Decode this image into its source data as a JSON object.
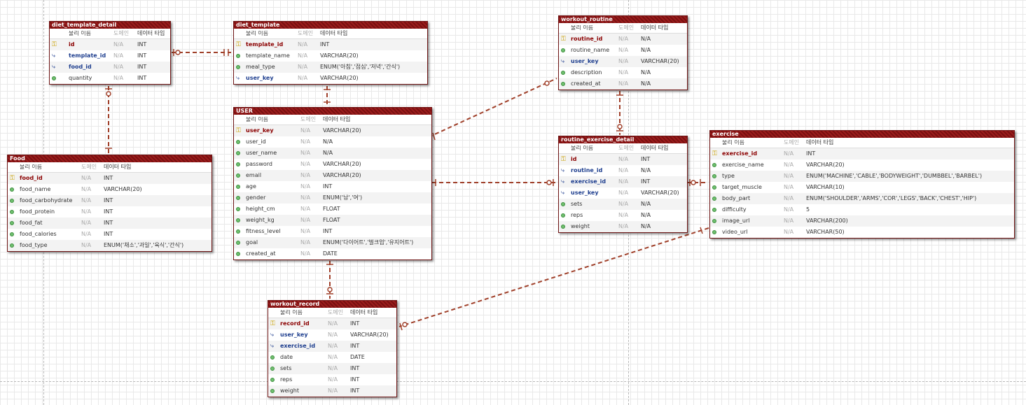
{
  "header_labels": {
    "name": "물리 이름",
    "domain": "도메인",
    "type": "데이터 타입"
  },
  "tables": {
    "diet_template_detail": {
      "title": "diet_template_detail",
      "rows": [
        {
          "name": "id",
          "domain": "N/A",
          "type": "INT",
          "kind": "pk"
        },
        {
          "name": "template_id",
          "domain": "N/A",
          "type": "INT",
          "kind": "fk"
        },
        {
          "name": "food_id",
          "domain": "N/A",
          "type": "INT",
          "kind": "fk"
        },
        {
          "name": "quantity",
          "domain": "N/A",
          "type": "INT",
          "kind": "col"
        }
      ]
    },
    "diet_template": {
      "title": "diet_template",
      "rows": [
        {
          "name": "template_id",
          "domain": "N/A",
          "type": "INT",
          "kind": "pk"
        },
        {
          "name": "template_name",
          "domain": "N/A",
          "type": "VARCHAR(20)",
          "kind": "col"
        },
        {
          "name": "meal_type",
          "domain": "N/A",
          "type": "ENUM('아침','점심','저녁','간식')",
          "kind": "col"
        },
        {
          "name": "user_key",
          "domain": "N/A",
          "type": "VARCHAR(20)",
          "kind": "fk"
        }
      ]
    },
    "workout_routine": {
      "title": "workout_routine",
      "rows": [
        {
          "name": "routine_id",
          "domain": "N/A",
          "type": "N/A",
          "kind": "pk"
        },
        {
          "name": "routine_name",
          "domain": "N/A",
          "type": "N/A",
          "kind": "col"
        },
        {
          "name": "user_key",
          "domain": "N/A",
          "type": "VARCHAR(20)",
          "kind": "fk"
        },
        {
          "name": "description",
          "domain": "N/A",
          "type": "N/A",
          "kind": "col"
        },
        {
          "name": "created_at",
          "domain": "N/A",
          "type": "N/A",
          "kind": "col"
        }
      ]
    },
    "food": {
      "title": "Food",
      "rows": [
        {
          "name": "food_id",
          "domain": "N/A",
          "type": "INT",
          "kind": "pk"
        },
        {
          "name": "food_name",
          "domain": "N/A",
          "type": "VARCHAR(20)",
          "kind": "col"
        },
        {
          "name": "food_carbohydrate",
          "domain": "N/A",
          "type": "INT",
          "kind": "col"
        },
        {
          "name": "food_protein",
          "domain": "N/A",
          "type": "INT",
          "kind": "col"
        },
        {
          "name": "food_fat",
          "domain": "N/A",
          "type": "INT",
          "kind": "col"
        },
        {
          "name": "food_calories",
          "domain": "N/A",
          "type": "INT",
          "kind": "col"
        },
        {
          "name": "food_type",
          "domain": "N/A",
          "type": "ENUM('채소','과일','육식','간식')",
          "kind": "col"
        }
      ]
    },
    "user": {
      "title": "USER",
      "rows": [
        {
          "name": "user_key",
          "domain": "N/A",
          "type": "VARCHAR(20)",
          "kind": "pk"
        },
        {
          "name": "user_id",
          "domain": "N/A",
          "type": "N/A",
          "kind": "col"
        },
        {
          "name": "user_name",
          "domain": "N/A",
          "type": "N/A",
          "kind": "col"
        },
        {
          "name": "password",
          "domain": "N/A",
          "type": "VARCHAR(20)",
          "kind": "col"
        },
        {
          "name": "email",
          "domain": "N/A",
          "type": "VARCHAR(20)",
          "kind": "col"
        },
        {
          "name": "age",
          "domain": "N/A",
          "type": "INT",
          "kind": "col"
        },
        {
          "name": "gender",
          "domain": "N/A",
          "type": "ENUM('남','여')",
          "kind": "col"
        },
        {
          "name": "height_cm",
          "domain": "N/A",
          "type": "FLOAT",
          "kind": "col"
        },
        {
          "name": "weight_kg",
          "domain": "N/A",
          "type": "FLOAT",
          "kind": "col"
        },
        {
          "name": "fitness_level",
          "domain": "N/A",
          "type": "INT",
          "kind": "col"
        },
        {
          "name": "goal",
          "domain": "N/A",
          "type": "ENUM('다이어트','벌크업','유지어트')",
          "kind": "col"
        },
        {
          "name": "created_at",
          "domain": "N/A",
          "type": "DATE",
          "kind": "col"
        }
      ]
    },
    "routine_exercise_detail": {
      "title": "routine_exercise_detail",
      "rows": [
        {
          "name": "id",
          "domain": "N/A",
          "type": "INT",
          "kind": "pk"
        },
        {
          "name": "routine_id",
          "domain": "N/A",
          "type": "N/A",
          "kind": "fk"
        },
        {
          "name": "exercise_id",
          "domain": "N/A",
          "type": "INT",
          "kind": "fk"
        },
        {
          "name": "user_key",
          "domain": "N/A",
          "type": "VARCHAR(20)",
          "kind": "fk"
        },
        {
          "name": "sets",
          "domain": "N/A",
          "type": "N/A",
          "kind": "col"
        },
        {
          "name": "reps",
          "domain": "N/A",
          "type": "N/A",
          "kind": "col"
        },
        {
          "name": "weight",
          "domain": "N/A",
          "type": "N/A",
          "kind": "col"
        }
      ]
    },
    "exercise": {
      "title": "exercise",
      "rows": [
        {
          "name": "exercise_id",
          "domain": "N/A",
          "type": "INT",
          "kind": "pk"
        },
        {
          "name": "exercise_name",
          "domain": "N/A",
          "type": "VARCHAR(20)",
          "kind": "col"
        },
        {
          "name": "type",
          "domain": "N/A",
          "type": "ENUM('MACHINE','CABLE','BODYWEIGHT','DUMBBEL','BARBEL')",
          "kind": "col"
        },
        {
          "name": "target_muscle",
          "domain": "N/A",
          "type": "VARCHAR(10)",
          "kind": "col"
        },
        {
          "name": "body_part",
          "domain": "N/A",
          "type": "ENUM('SHOULDER','ARMS','COR','LEGS','BACK','CHEST','HIP')",
          "kind": "col"
        },
        {
          "name": "difficulty",
          "domain": "N/A",
          "type": "5",
          "kind": "col"
        },
        {
          "name": "image_url",
          "domain": "N/A",
          "type": "VARCHAR(200)",
          "kind": "col"
        },
        {
          "name": "video_url",
          "domain": "N/A",
          "type": "VARCHAR(50)",
          "kind": "col"
        }
      ]
    },
    "workout_record": {
      "title": "workout_record",
      "rows": [
        {
          "name": "record_id",
          "domain": "N/A",
          "type": "INT",
          "kind": "pk"
        },
        {
          "name": "user_key",
          "domain": "N/A",
          "type": "VARCHAR(20)",
          "kind": "fk"
        },
        {
          "name": "exercise_id",
          "domain": "N/A",
          "type": "INT",
          "kind": "fk"
        },
        {
          "name": "date",
          "domain": "N/A",
          "type": "DATE",
          "kind": "col"
        },
        {
          "name": "sets",
          "domain": "N/A",
          "type": "INT",
          "kind": "col"
        },
        {
          "name": "reps",
          "domain": "N/A",
          "type": "INT",
          "kind": "col"
        },
        {
          "name": "weight",
          "domain": "N/A",
          "type": "INT",
          "kind": "col"
        }
      ]
    }
  },
  "colors": {
    "relationship_line": "#a0402a",
    "table_header": "#8b1a1a",
    "pk_text": "#8b0000",
    "fk_text": "#1f3f8f"
  }
}
